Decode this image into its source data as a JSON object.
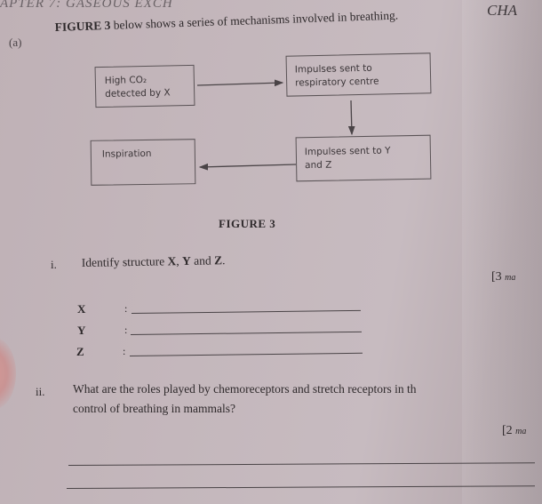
{
  "header": {
    "chapter_title": "APTER 7: GASEOUS EXCH",
    "chapter_tag": "CHA"
  },
  "question_a": {
    "label": "(a)",
    "intro_prefix": "FIGURE 3",
    "intro_text": " below shows a series of mechanisms involved in  breathing."
  },
  "figure": {
    "caption": "FIGURE 3",
    "boxes": [
      {
        "line1": "High CO₂",
        "line2": "detected by X"
      },
      {
        "line1": "Impulses sent to",
        "line2": "respiratory centre"
      },
      {
        "line1": "Inspiration",
        "line2": ""
      },
      {
        "line1": "Impulses sent to Y",
        "line2": "and Z"
      }
    ],
    "arrows": [
      {
        "from": "High CO2 detected by X",
        "to": "Impulses sent to respiratory centre",
        "direction": "right"
      },
      {
        "from": "Impulses sent to respiratory centre",
        "to": "Impulses sent to Y and Z",
        "direction": "down"
      },
      {
        "from": "Impulses sent to Y and Z",
        "to": "Inspiration",
        "direction": "left"
      }
    ]
  },
  "question_i": {
    "number": "i.",
    "text_prefix": "Identify structure ",
    "x": "X",
    "sep1": ", ",
    "y": "Y",
    "sep2": " and ",
    "z": "Z",
    "end": ".",
    "marks_bracket": "[3 ",
    "marks_unit": "ma",
    "answers": [
      {
        "label": "X",
        "colon": ":",
        "value": ""
      },
      {
        "label": "Y",
        "colon": ":",
        "value": ""
      },
      {
        "label": "Z",
        "colon": ":",
        "value": ""
      }
    ]
  },
  "question_ii": {
    "number": "ii.",
    "line1": "What are the roles played by chemoreceptors and stretch receptors in th",
    "line2": "control of breathing in mammals?",
    "marks_bracket": "[2 ",
    "marks_unit": "ma",
    "answer_lines": 2
  }
}
